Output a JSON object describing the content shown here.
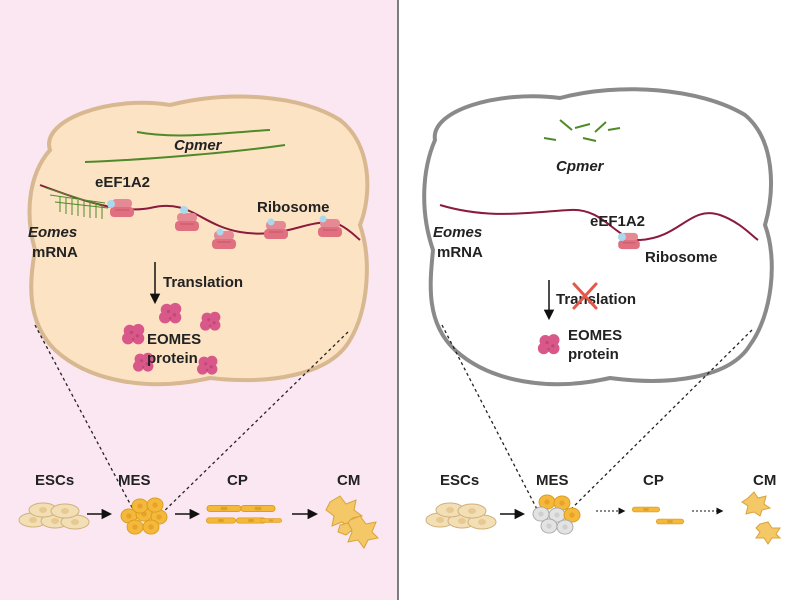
{
  "colors": {
    "left_bg": "#fbe7f1",
    "right_bg": "#ffffff",
    "divider": "#555555",
    "left_cell_fill": "#fbe3c4",
    "left_cell_stroke": "#d8b890",
    "right_cell_fill": "#ffffff",
    "right_cell_stroke": "#8a8a8a",
    "mrna": "#8b1a3c",
    "cpmer": "#4f8a2a",
    "ribosome": "#e58a94",
    "eef1a2": "#a9d9ee",
    "protein": "#d9588a",
    "cell_yellow": "#f4b93a",
    "cell_beige": "#f3dfb5",
    "cell_grey": "#cfcfcf",
    "cross": "#e4574a"
  },
  "left": {
    "cpmer": "Cpmer",
    "eef1a2": "eEF1A2",
    "ribosome": "Ribosome",
    "eomes": "Eomes",
    "mrna": "mRNA",
    "translation": "Translation",
    "eomes_protein_line1": "EOMES",
    "eomes_protein_line2": "protein",
    "stages": [
      "ESCs",
      "MES",
      "CP",
      "CM"
    ]
  },
  "right": {
    "cpmer": "Cpmer",
    "eef1a2": "eEF1A2",
    "ribosome": "Ribosome",
    "eomes": "Eomes",
    "mrna": "mRNA",
    "translation": "Translation",
    "eomes_protein_line1": "EOMES",
    "eomes_protein_line2": "protein",
    "stages": [
      "ESCs",
      "MES",
      "CP",
      "CM"
    ]
  }
}
